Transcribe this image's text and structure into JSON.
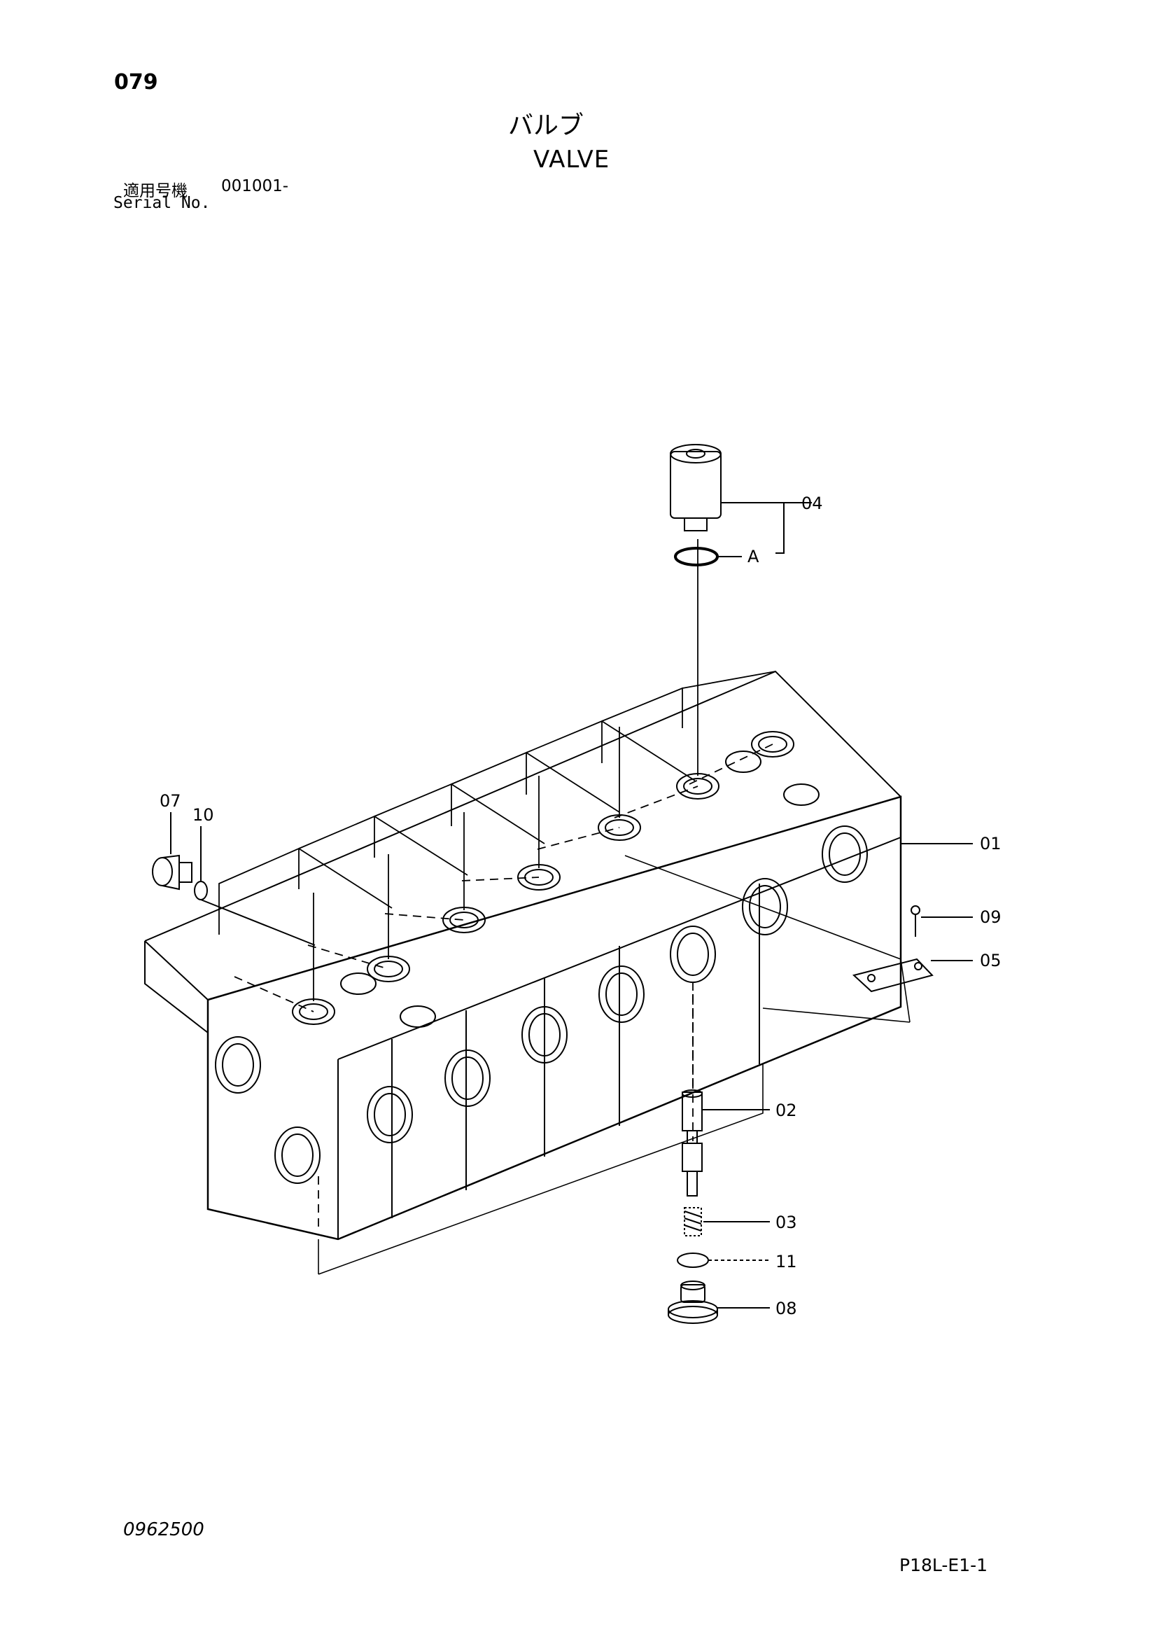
{
  "header": {
    "page_number": "079",
    "title_jp": "バルブ",
    "title_en": "VALVE",
    "serial_label_jp": "適用号機",
    "serial_value": "001001-",
    "serial_label_en": "Serial No."
  },
  "footer": {
    "drawing_number": "0962500",
    "sheet_code": "P18L-E1-1"
  },
  "callouts": {
    "c01": "01",
    "c02": "02",
    "c03": "03",
    "c04": "04",
    "c05": "05",
    "c07": "07",
    "c08": "08",
    "c09": "09",
    "c10": "10",
    "c11": "11",
    "cA": "A"
  }
}
